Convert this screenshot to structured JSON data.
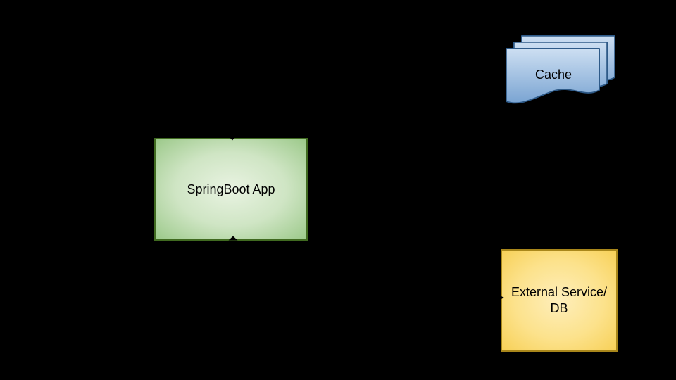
{
  "diagram": {
    "nodes": {
      "app": {
        "label": "SpringBoot App"
      },
      "cache": {
        "label": "Cache"
      },
      "external": {
        "label_line1": "External Service/",
        "label_line2": "DB"
      }
    }
  },
  "colors": {
    "canvas-bg": "#000000",
    "label-text": "#000000",
    "app-fill-center": "#e9f3e2",
    "app-fill-mid": "#cfe5c4",
    "app-fill-edge": "#9cc98a",
    "app-border": "#406a20",
    "cache-fill-top": "#cddff2",
    "cache-fill-bottom": "#7aa4d2",
    "cache-border": "#2e5a88",
    "ext-fill-center": "#feeebb",
    "ext-fill-mid": "#fce28c",
    "ext-fill-edge": "#f7d057",
    "ext-border": "#a9871b",
    "connector": "#000000"
  }
}
